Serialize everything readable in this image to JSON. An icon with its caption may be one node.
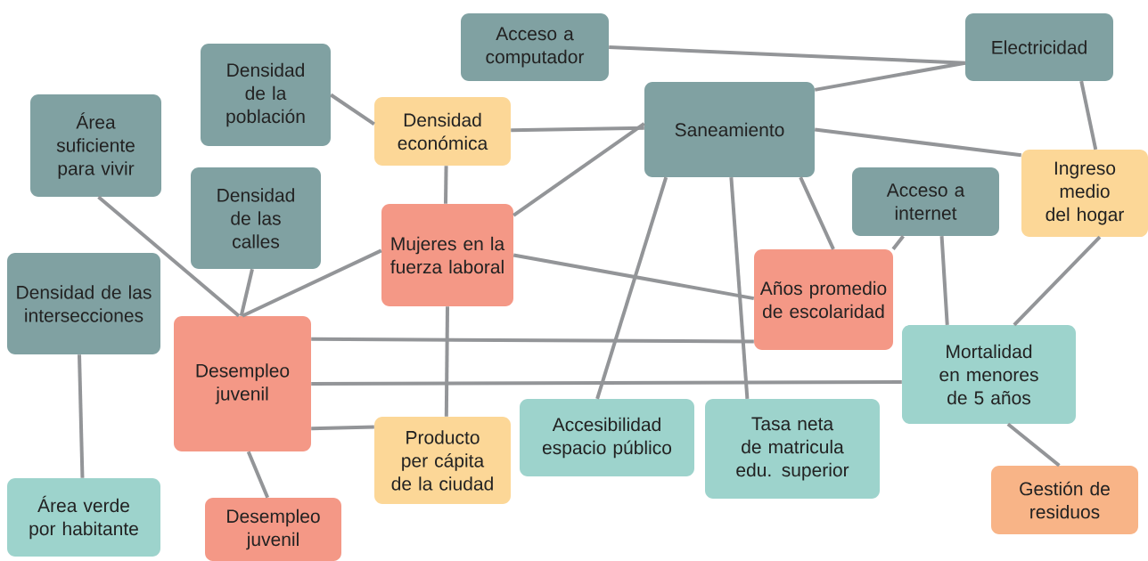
{
  "diagram": {
    "nodes": [
      {
        "text": [
          "Acceso a computador"
        ]
      },
      {
        "text": [
          "Electricidad"
        ]
      },
      {
        "text": [
          "Densidad de la población"
        ]
      },
      {
        "text": [
          "Área suficiente para vivir"
        ]
      },
      {
        "text": [
          "Densidad económica"
        ]
      },
      {
        "text": [
          "Saneamiento"
        ]
      },
      {
        "text": [
          "Ingreso medio del hogar"
        ]
      },
      {
        "text": [
          "Densidad de las calles"
        ]
      },
      {
        "text": [
          "Acceso a internet"
        ]
      },
      {
        "text": [
          "Mujeres en la fuerza laboral"
        ]
      },
      {
        "text": [
          "Densidad de las intersecciones"
        ]
      },
      {
        "text": [
          "Años promedio de escolaridad"
        ]
      },
      {
        "text": [
          "Desempleo juvenil"
        ]
      },
      {
        "text": [
          "Mortalidad en menores de 5 años"
        ]
      },
      {
        "text": [
          "Producto per cápita de la ciudad"
        ]
      },
      {
        "text": [
          "Accesibilidad espacio público"
        ]
      },
      {
        "text": [
          "Tasa neta de matricula edu. superior"
        ]
      },
      {
        "text": [
          "Área verde por habitante"
        ]
      },
      {
        "text": [
          "Desempleo juvenil"
        ]
      },
      {
        "text": [
          "Gestión de residuos"
        ]
      }
    ],
    "edges": [
      {
        "from": 0,
        "to": 1,
        "arrow": "none"
      },
      {
        "from": 5,
        "to": 1,
        "arrow": "none"
      },
      {
        "from": 2,
        "to": 4,
        "arrow": "none"
      },
      {
        "from": 4,
        "to": 5,
        "arrow": "none"
      },
      {
        "from": 4,
        "to": 9,
        "arrow": "none"
      },
      {
        "from": 9,
        "to": 5,
        "arrow": "none"
      },
      {
        "from": 5,
        "to": 6,
        "arrow": "none"
      },
      {
        "from": 1,
        "to": 6,
        "arrow": "none"
      },
      {
        "from": 5,
        "to": 15,
        "arrow": "none"
      },
      {
        "from": 5,
        "to": 16,
        "arrow": "none"
      },
      {
        "from": 5,
        "to": 11,
        "arrow": "none"
      },
      {
        "from": 8,
        "to": 11,
        "arrow": "none"
      },
      {
        "from": 8,
        "to": 13,
        "arrow": "none"
      },
      {
        "from": 6,
        "to": 13,
        "arrow": "none"
      },
      {
        "from": 3,
        "to": 12,
        "arrow": "none"
      },
      {
        "from": 7,
        "to": 12,
        "arrow": "none"
      },
      {
        "from": 9,
        "to": 12,
        "arrow": "none"
      },
      {
        "from": 9,
        "to": 11,
        "arrow": "none"
      },
      {
        "from": 12,
        "to": 11,
        "arrow": "none"
      },
      {
        "from": 12,
        "to": 13,
        "arrow": "none"
      },
      {
        "from": 12,
        "to": 14,
        "arrow": "none"
      },
      {
        "from": 9,
        "to": 14,
        "arrow": "none"
      },
      {
        "from": 10,
        "to": 17,
        "arrow": "none"
      },
      {
        "from": 12,
        "to": 18,
        "arrow": "none"
      },
      {
        "from": 13,
        "to": 19,
        "arrow": "none"
      }
    ]
  }
}
